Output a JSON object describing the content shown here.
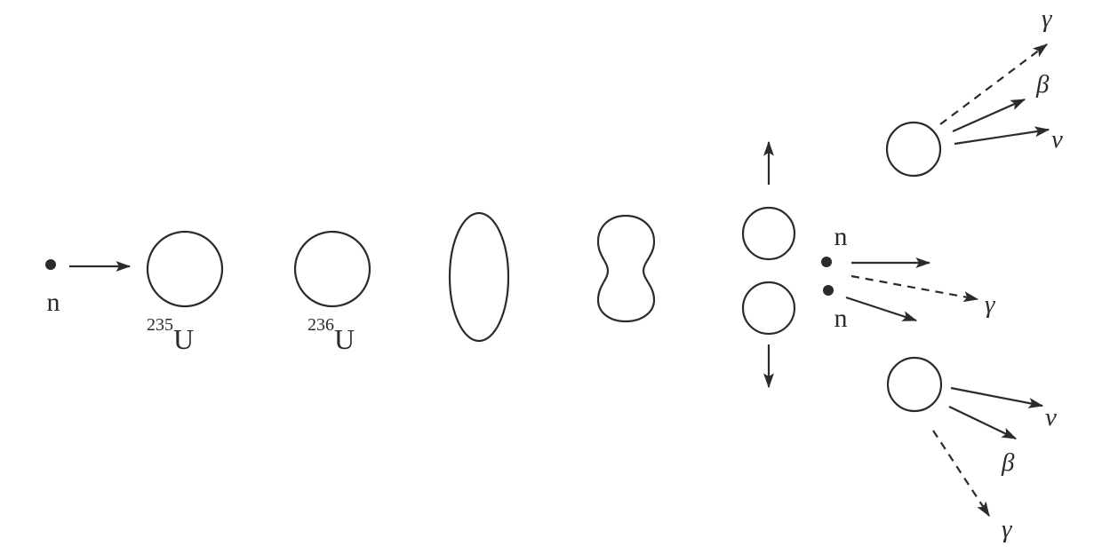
{
  "labels": {
    "incoming_neutron": "n",
    "u235_mass": "235",
    "u235_symbol": "U",
    "u236_mass": "236",
    "u236_symbol": "U",
    "emitted_neutron_1": "n",
    "emitted_neutron_2": "n",
    "prompt_gamma": "γ",
    "upper_gamma": "γ",
    "upper_beta": "β",
    "upper_nu": "ν",
    "lower_nu": "ν",
    "lower_beta": "β",
    "lower_gamma": "γ"
  },
  "colors": {
    "ink": "#2b2b2b",
    "background": "#ffffff"
  }
}
